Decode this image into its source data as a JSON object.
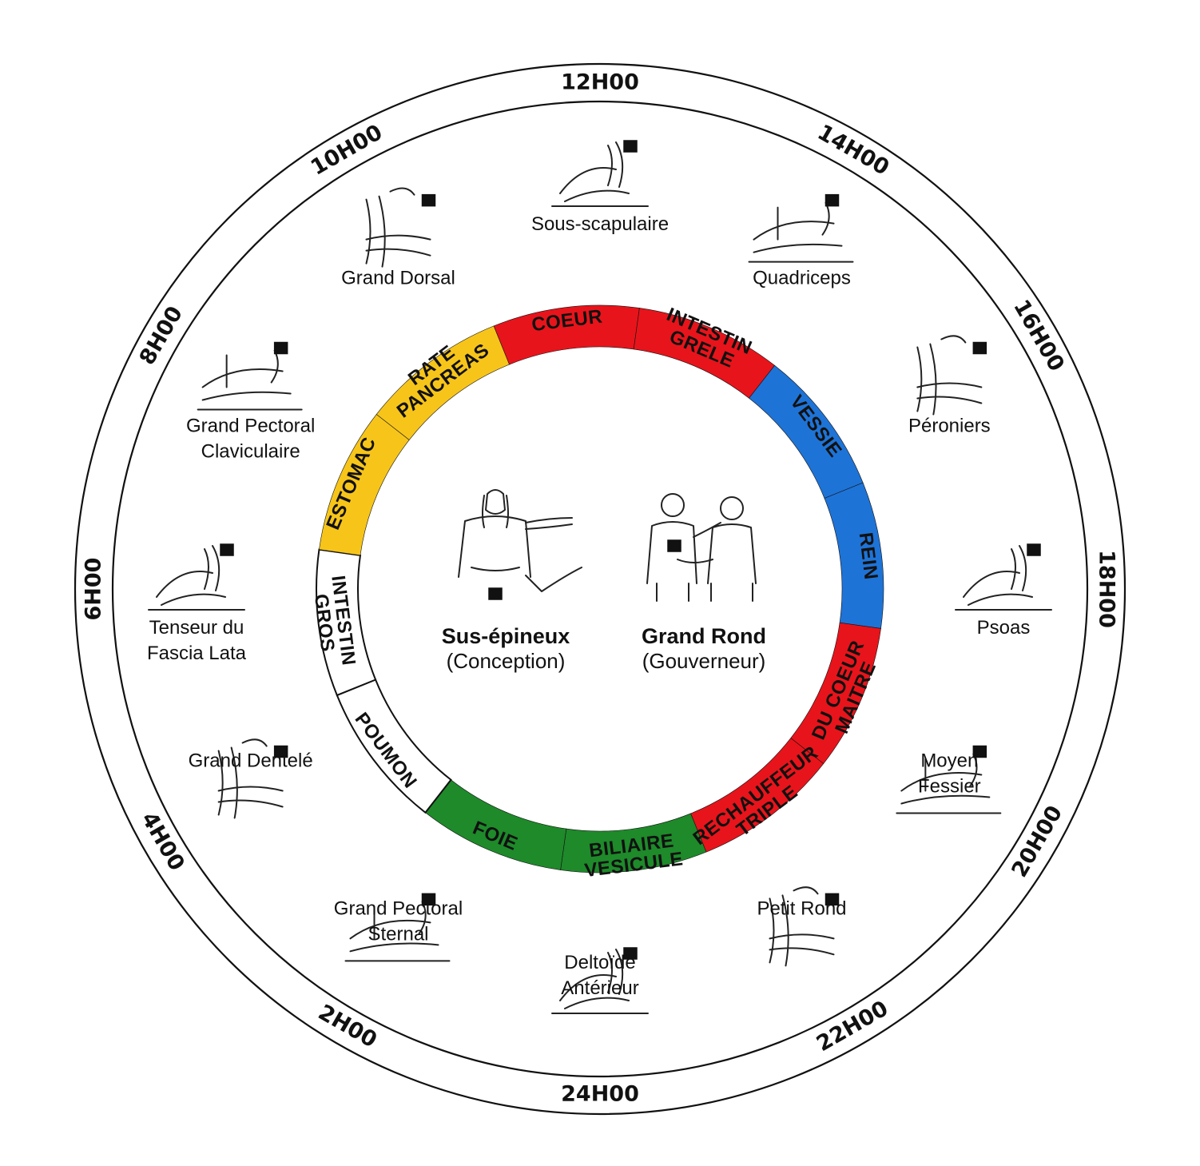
{
  "hours": [
    {
      "label": "12H00",
      "angle": 0
    },
    {
      "label": "14H00",
      "angle": 30
    },
    {
      "label": "16H00",
      "angle": 60
    },
    {
      "label": "18H00",
      "angle": 90
    },
    {
      "label": "20H00",
      "angle": 150
    },
    {
      "label": "22H00",
      "angle": 150
    },
    {
      "label": "24H00",
      "angle": 180
    },
    {
      "label": "2H00",
      "angle": 210
    },
    {
      "label": "4H00",
      "angle": 240
    },
    {
      "label": "6H00",
      "angle": 270
    },
    {
      "label": "8H00",
      "angle": 300
    },
    {
      "label": "10H00",
      "angle": 330
    }
  ],
  "segments": [
    {
      "lines": [
        "COEUR"
      ],
      "color": "#e8141b"
    },
    {
      "lines": [
        "INTESTIN",
        "GRELE"
      ],
      "color": "#e8141b"
    },
    {
      "lines": [
        "VESSIE"
      ],
      "color": "#1e73d6"
    },
    {
      "lines": [
        "REIN"
      ],
      "color": "#1e73d6"
    },
    {
      "lines": [
        "MAITRE",
        "DU COEUR"
      ],
      "color": "#e8141b"
    },
    {
      "lines": [
        "TRIPLE",
        "RECHAUFFEUR"
      ],
      "color": "#e8141b"
    },
    {
      "lines": [
        "VESICULE",
        "BILIAIRE"
      ],
      "color": "#1e8a2a"
    },
    {
      "lines": [
        "FOIE"
      ],
      "color": "#1e8a2a"
    },
    {
      "lines": [
        "POUMON"
      ],
      "color": "#ffffff"
    },
    {
      "lines": [
        "GROS",
        "INTESTIN"
      ],
      "color": "#ffffff"
    },
    {
      "lines": [
        "ESTOMAC"
      ],
      "color": "#f7c51a"
    },
    {
      "lines": [
        "RATE",
        "PANCREAS"
      ],
      "color": "#f7c51a"
    }
  ],
  "muscles": [
    {
      "lines": [
        "Sous-scapulaire"
      ],
      "icon": "sous-scapulaire-figure"
    },
    {
      "lines": [
        "Quadriceps"
      ],
      "icon": "quadriceps-figure"
    },
    {
      "lines": [
        "Péroniers"
      ],
      "icon": "peroniers-figure"
    },
    {
      "lines": [
        "Psoas"
      ],
      "icon": "psoas-figure"
    },
    {
      "lines": [
        "Moyen",
        "Fessier"
      ],
      "icon": "moyen-fessier-figure"
    },
    {
      "lines": [
        "Petit Rond"
      ],
      "icon": "petit-rond-figure"
    },
    {
      "lines": [
        "Deltoïde",
        "Antérieur"
      ],
      "icon": "deltoide-anterieur-figure"
    },
    {
      "lines": [
        "Grand Pectoral",
        "Sternal"
      ],
      "icon": "grand-pectoral-sternal-figure"
    },
    {
      "lines": [
        "Grand Dentelé"
      ],
      "icon": "grand-dentele-figure"
    },
    {
      "lines": [
        "Tenseur du",
        "Fascia Lata"
      ],
      "icon": "tenseur-fascia-lata-figure"
    },
    {
      "lines": [
        "Grand Pectoral",
        "Claviculaire"
      ],
      "icon": "grand-pectoral-claviculaire-figure"
    },
    {
      "lines": [
        "Grand Dorsal"
      ],
      "icon": "grand-dorsal-figure"
    }
  ],
  "center": {
    "left": {
      "name": "Sus-épineux",
      "sub": "(Conception)",
      "icon": "sus-epineux-figure"
    },
    "right": {
      "name": "Grand Rond",
      "sub": "(Gouverneur)",
      "icon": "grand-rond-figure"
    }
  }
}
